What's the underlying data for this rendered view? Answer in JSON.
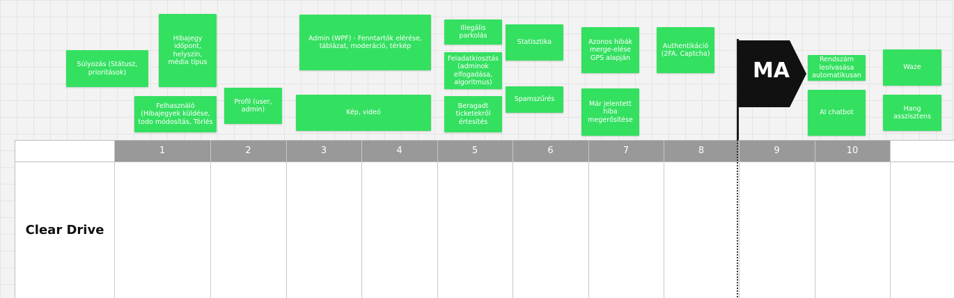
{
  "notes": {
    "sulyozas": "Súlyozás (Státusz, prioritások)",
    "hibajegy": "Hibajegy időpont, helyszín, média típus",
    "felhasznalo": "Felhasználó (Hibajegyek küldése, todo módosítás, Törlés",
    "profil": "Profil (user, admin)",
    "admin": "Admin (WPF) -  Fenntartók elérése, táblázat, moderáció, térkép",
    "kep": "Kép, videó",
    "illegalis": "Illegális parkolás",
    "feladat": "Feladatkiosztás (adminok elfogadása, algoritmus)",
    "beragadt": "Beragadt ticketekről értesítés",
    "statisztika": "Statisztika",
    "spamszures": "Spamszűrés",
    "azonos": "Azonos hibák merge-elése GPS alapján",
    "mar": "Már jelentett hiba megerősítése",
    "auth": "Authentikáció (2FA, Captcha)",
    "rendszam": "Rendszám leolvasása automatikusan",
    "chatbot": "AI chatbot",
    "waze": "Waze",
    "hang": "Hang asszisztens"
  },
  "milestone": {
    "label": "MA",
    "color": "#111111"
  },
  "columns": [
    "1",
    "2",
    "3",
    "4",
    "5",
    "6",
    "7",
    "8",
    "9",
    "10"
  ],
  "row": {
    "title": "Clear Drive"
  },
  "colors": {
    "note": "#34e060",
    "header": "#999999"
  }
}
